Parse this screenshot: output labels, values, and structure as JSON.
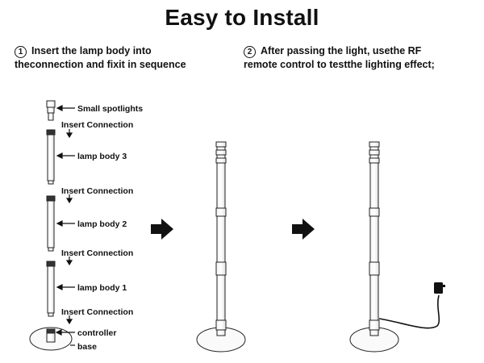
{
  "title": "Easy to Install",
  "steps": [
    {
      "number": "1",
      "line1": "Insert the lamp body into",
      "line2": "theconnection and fixit in sequence"
    },
    {
      "number": "2",
      "line1": "After passing the light, usethe RF",
      "line2": "remote control to testthe lighting effect;"
    }
  ],
  "labels": {
    "small_spotlights": "Small spotlights",
    "insert_connection": "Insert Connection",
    "lamp_body_3": "lamp body 3",
    "lamp_body_2": "lamp body 2",
    "lamp_body_1": "lamp body 1",
    "controller": "controller",
    "base": "base"
  }
}
